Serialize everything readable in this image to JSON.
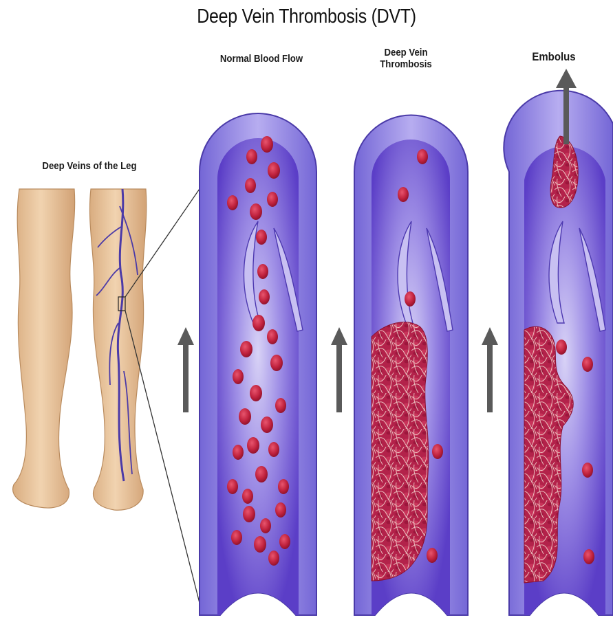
{
  "title": "Deep Vein Thrombosis (DVT)",
  "labels": {
    "leg": "Deep Veins of the Leg",
    "normal": "Normal Blood Flow",
    "dvt_line1": "Deep Vein",
    "dvt_line2": "Thrombosis",
    "embolus": "Embolus"
  },
  "colors": {
    "vein_wall": "#8a7fe0",
    "vein_inner": "#7a6cd8",
    "lumen": "#5a3fc8",
    "blood_cell": "#c0223e",
    "clot": "#b02045",
    "fibrin": "#f2d9d0",
    "skin": "#e8c49c",
    "arrow": "#5a5a5a"
  }
}
